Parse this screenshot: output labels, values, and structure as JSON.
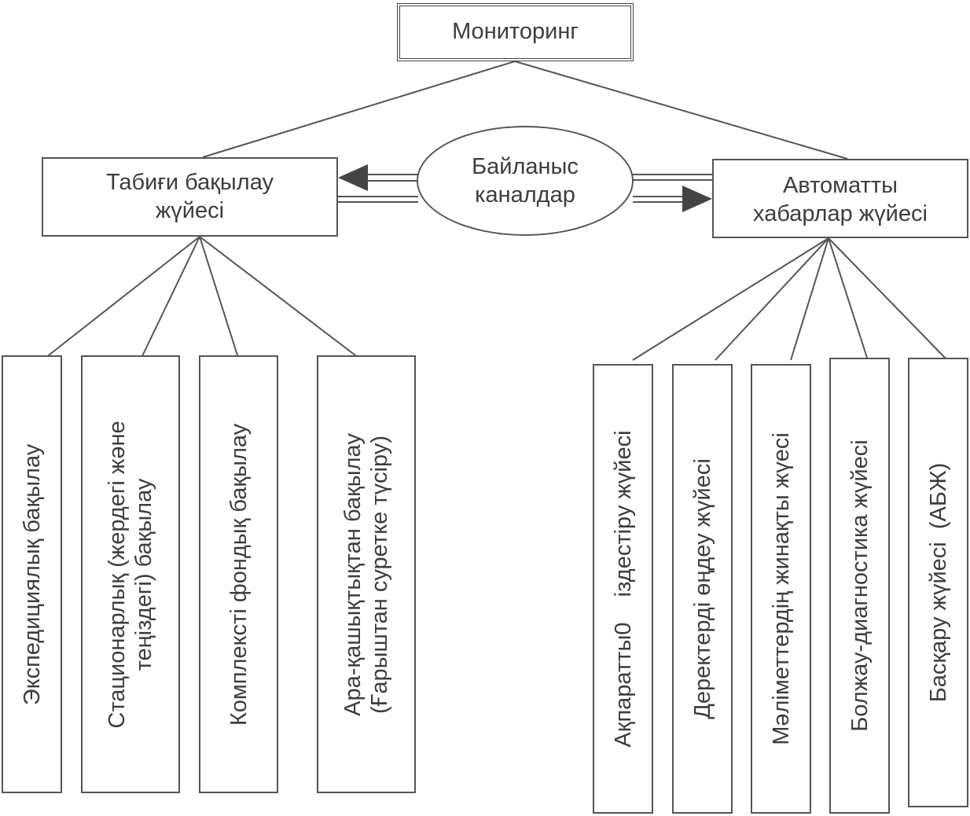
{
  "diagram": {
    "root": "Мониторинг",
    "channel": "Байланыс\nканалдар",
    "left_system": "Табиғи бақылау\nжүйесі",
    "right_system": "Автоматты\nхабарлар  жүйесі",
    "left_items": [
      "Экспедициялық бақылау",
      "Стационарлық (жердегі және\nтеңіздегі) бақылау",
      "Комплексті фондық бақылау",
      "Ара-қашықтықтан бақылау\n(Ғарыштан суретке түсіру)"
    ],
    "right_items": [
      "Ақпаратты0    іздестіру жүйесі",
      "Деректерді өңдеу жүйесі",
      "Мәліметтердің жинақты жүесі",
      "Болжау-диагностика жүйесі",
      "Басқару жүйесі  (АБЖ)"
    ]
  }
}
